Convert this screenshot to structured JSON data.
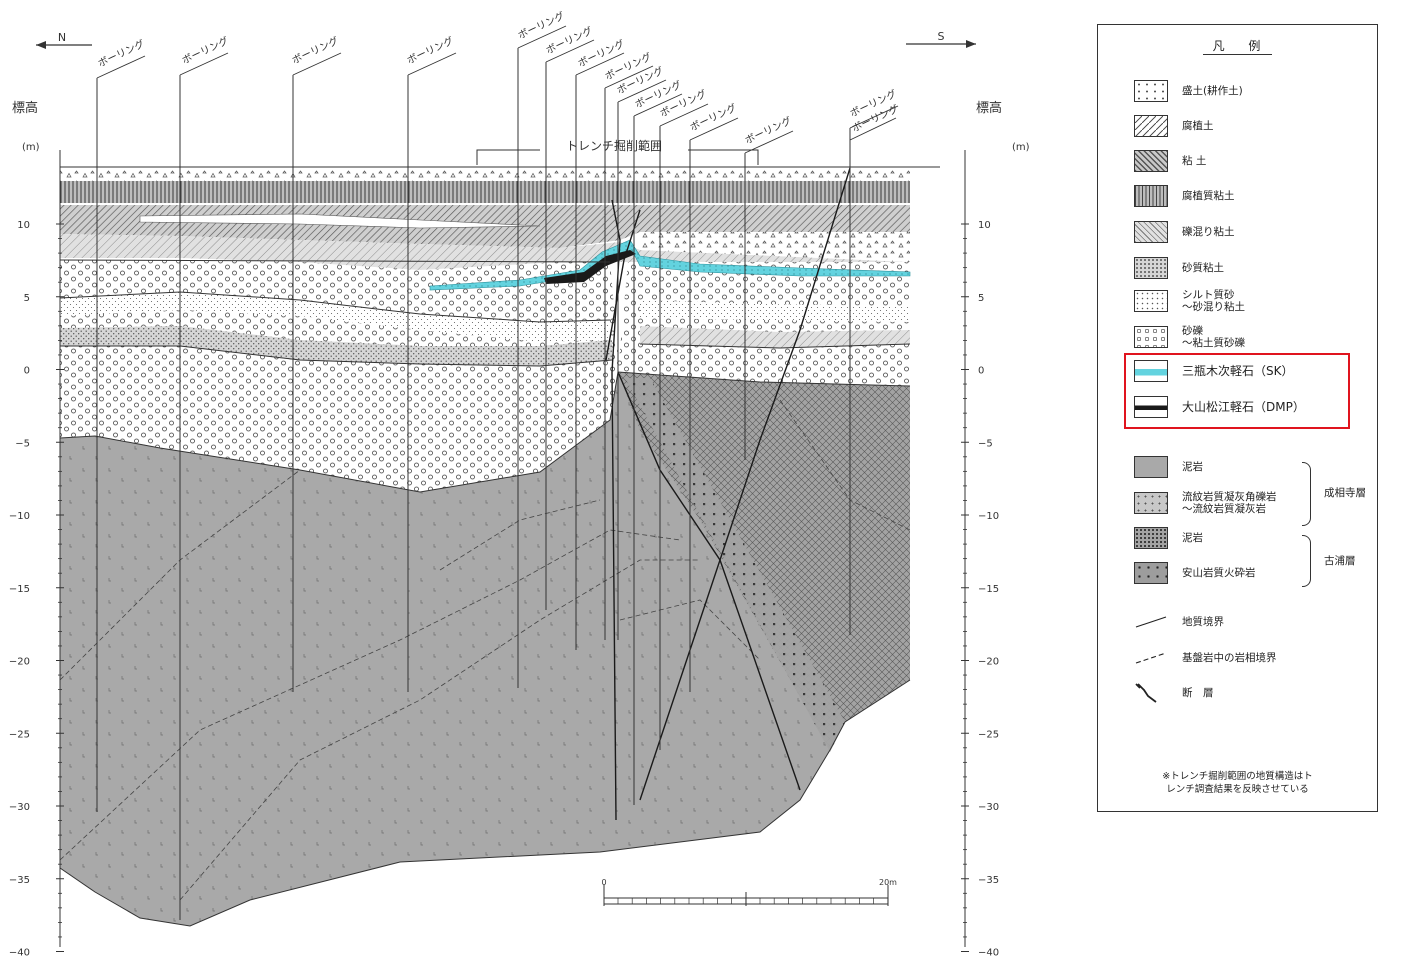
{
  "section": {
    "north_label": "N",
    "south_label": "S",
    "elevation_label_left": "標高",
    "elevation_label_right": "標高",
    "unit_left": "(m)",
    "unit_right": "(m)",
    "trench_label": "トレンチ掘削範囲",
    "boring_label": "ボーリング",
    "axis_ticks_left": [
      "10",
      "5",
      "0",
      "−5",
      "−10",
      "−15",
      "−20",
      "−25",
      "−30",
      "−35",
      "−40"
    ],
    "axis_ticks_right": [
      "10",
      "5",
      "0",
      "−5",
      "−10",
      "−15",
      "−20",
      "−25",
      "−30",
      "−35",
      "−40"
    ],
    "scale_start": "0",
    "scale_end": "20m",
    "colors": {
      "sk_tephra": "#63d3df",
      "bedrock": "#a9a9a9",
      "highlight": "#e0141e"
    }
  },
  "legend": {
    "title": "凡 例",
    "items": [
      {
        "label": "盛土(耕作土)",
        "icon": "fill-triangles-swatch"
      },
      {
        "label": "腐植土",
        "icon": "humus-v-swatch"
      },
      {
        "label": "粘 土",
        "icon": "diagonal-hatch-swatch"
      },
      {
        "label": "腐植質粘土",
        "icon": "vertical-lines-swatch"
      },
      {
        "label": "礫混り粘土",
        "icon": "light-hatch-swatch"
      },
      {
        "label": "砂質粘土",
        "icon": "sandy-dot-swatch"
      },
      {
        "label": "シルト質砂\n～砂混り粘土",
        "icon": "fine-dot-swatch"
      },
      {
        "label": "砂礫\n～粘土質砂礫",
        "icon": "gravel-circle-swatch"
      },
      {
        "label": "三瓶木次軽石（SK）",
        "icon": "sk-pumice-swatch"
      },
      {
        "label": "大山松江軽石（DMP）",
        "icon": "dmp-pumice-swatch"
      },
      {
        "label": "泥岩",
        "icon": "mudstone-swatch"
      },
      {
        "label": "流紋岩質凝灰角礫岩\n～流紋岩質凝灰岩",
        "icon": "tuff-breccia-swatch"
      },
      {
        "label": "泥岩",
        "icon": "mudstone-dots-swatch"
      },
      {
        "label": "安山岩質火砕岩",
        "icon": "andesite-pyroclastic-swatch"
      },
      {
        "label": "地質境界",
        "icon": "boundary-line-icon"
      },
      {
        "label": "基盤岩中の岩相境界",
        "icon": "dashed-boundary-icon"
      },
      {
        "label": "断　層",
        "icon": "fault-line-icon"
      }
    ],
    "group_upper": "成相寺層",
    "group_lower": "古浦層",
    "note": "※トレンチ掘削範囲の地質構造はト\nレンチ調査結果を反映させている"
  }
}
